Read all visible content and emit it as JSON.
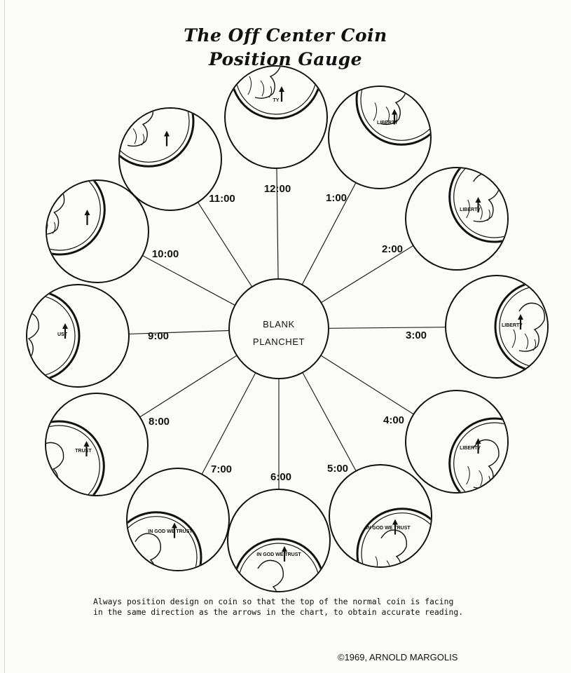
{
  "title": {
    "line1": "The Off Center Coin",
    "line2": "Position Gauge"
  },
  "center": {
    "line1": "BLANK",
    "line2": "PLANCHET"
  },
  "positions": [
    {
      "label": "12:00",
      "coin_text": "TY"
    },
    {
      "label": "1:00",
      "coin_text": "LIBERTY"
    },
    {
      "label": "2:00",
      "coin_text": "LIBERTY"
    },
    {
      "label": "3:00",
      "coin_text": "LIBERTY"
    },
    {
      "label": "4:00",
      "coin_text": "LIBERTY"
    },
    {
      "label": "5:00",
      "coin_text": "IN GOD WE TRUST"
    },
    {
      "label": "6:00",
      "coin_text": "IN GOD WE TRUST"
    },
    {
      "label": "7:00",
      "coin_text": "IN GOD WE TRUST"
    },
    {
      "label": "8:00",
      "coin_text": "TRUST"
    },
    {
      "label": "9:00",
      "coin_text": "UST"
    },
    {
      "label": "10:00",
      "coin_text": ""
    },
    {
      "label": "11:00",
      "coin_text": ""
    }
  ],
  "caption": {
    "line1": "Always position design on coin so that the top of the normal coin is facing",
    "line2": "in the same direction as the arrows in the chart, to obtain accurate reading."
  },
  "copyright": "©1969, ARNOLD MARGOLIS",
  "colors": {
    "ink": "#111111",
    "paper": "#fbfbf8"
  },
  "icons": {
    "arrow": "up-arrow-icon",
    "coin": "lincoln-cent-icon"
  }
}
